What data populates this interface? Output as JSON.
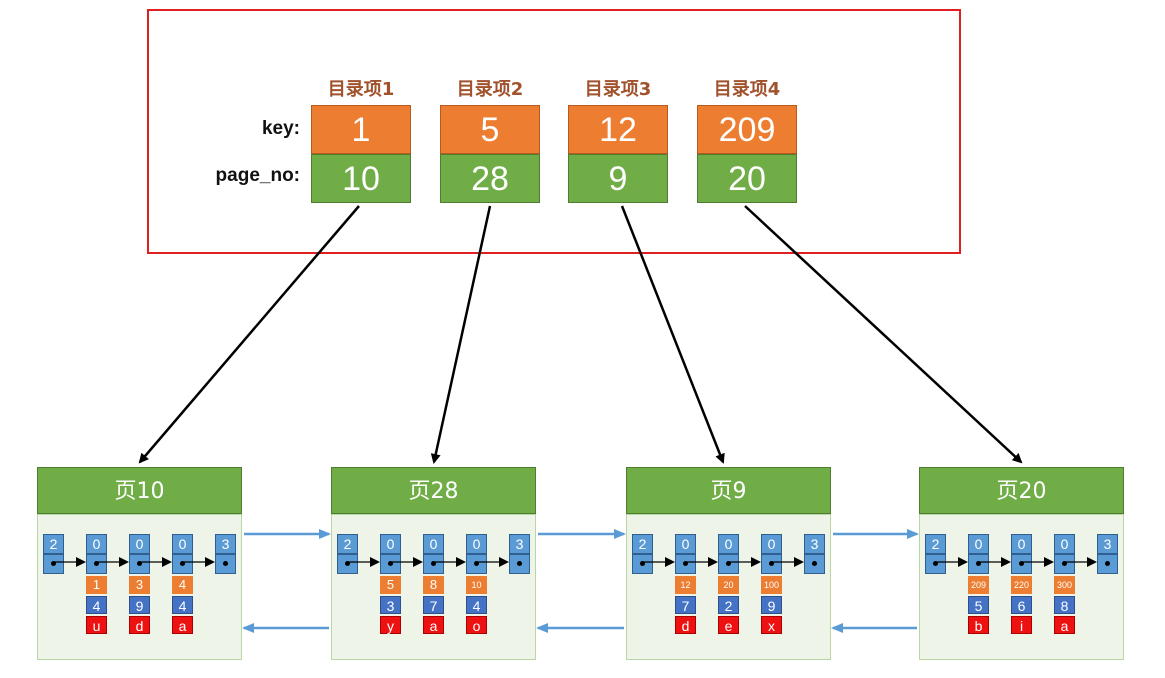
{
  "directory": {
    "row_labels": {
      "key": "key:",
      "page_no": "page_no:"
    },
    "entries": [
      {
        "label": "目录项1",
        "key": "1",
        "page_no": "10"
      },
      {
        "label": "目录项2",
        "key": "5",
        "page_no": "28"
      },
      {
        "label": "目录项3",
        "key": "12",
        "page_no": "9"
      },
      {
        "label": "目录项4",
        "key": "209",
        "page_no": "20"
      }
    ]
  },
  "pages": [
    {
      "title": "页10",
      "infimum": "2",
      "supremum": "3",
      "records": [
        {
          "n": "0",
          "key": "1",
          "c2": "4",
          "c3": "u"
        },
        {
          "n": "0",
          "key": "3",
          "c2": "9",
          "c3": "d"
        },
        {
          "n": "0",
          "key": "4",
          "c2": "4",
          "c3": "a"
        }
      ]
    },
    {
      "title": "页28",
      "infimum": "2",
      "supremum": "3",
      "records": [
        {
          "n": "0",
          "key": "5",
          "c2": "3",
          "c3": "y"
        },
        {
          "n": "0",
          "key": "8",
          "c2": "7",
          "c3": "a"
        },
        {
          "n": "0",
          "key": "10",
          "c2": "4",
          "c3": "o"
        }
      ]
    },
    {
      "title": "页9",
      "infimum": "2",
      "supremum": "3",
      "records": [
        {
          "n": "0",
          "key": "12",
          "c2": "7",
          "c3": "d"
        },
        {
          "n": "0",
          "key": "20",
          "c2": "2",
          "c3": "e"
        },
        {
          "n": "0",
          "key": "100",
          "c2": "9",
          "c3": "x"
        }
      ]
    },
    {
      "title": "页20",
      "infimum": "2",
      "supremum": "3",
      "records": [
        {
          "n": "0",
          "key": "209",
          "c2": "5",
          "c3": "b"
        },
        {
          "n": "0",
          "key": "220",
          "c2": "6",
          "c3": "i"
        },
        {
          "n": "0",
          "key": "300",
          "c2": "8",
          "c3": "a"
        }
      ]
    }
  ],
  "colors": {
    "directory_border": "#e02020",
    "entry_label": "#a0522d",
    "key_fill": "#ed7d31",
    "page_no_fill": "#70ad47",
    "page_header_fill": "#70ad47",
    "record_header_fill": "#5b9bd5",
    "column_fill": "#4472c4",
    "value_fill": "#ee1111",
    "link_arrow": "#5b9bd5"
  }
}
